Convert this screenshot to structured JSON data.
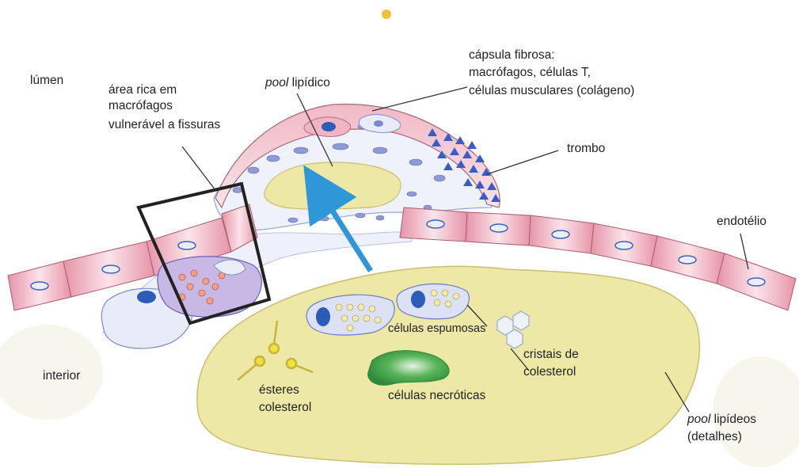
{
  "labels": {
    "lumen": "lúmen",
    "area_line1": "área rica em",
    "area_line2": "macrófagos",
    "area_line3": "vulnerável a fissuras",
    "pool_italic": "pool",
    "pool_rest": " lipídico",
    "capsula_line1": "cápsula fibrosa:",
    "capsula_line2": "macrófagos, células T,",
    "capsula_line3": "células musculares (colágeno)",
    "trombo": "trombo",
    "endotelio": "endotélio",
    "celulas_espumosas": "células espumosas",
    "cristais_line1": "cristais de",
    "cristais_line2": "colesterol",
    "interior": "interior",
    "esteres_line1": "ésteres",
    "esteres_line2": "colesterol",
    "celulas_necroticas": "células necróticas",
    "pool_detail_italic": "pool",
    "pool_detail_rest": " lipídeos",
    "pool_detail_line2": "(detalhes)"
  },
  "colors": {
    "endothelium": "#e9a3b3",
    "endothelium_nucleus": "#8ea6d6",
    "lipid_pool": "#eee8a6",
    "arrow": "#2f97d8",
    "thrombus": "#3a5cc6",
    "foam_cell": "#c3cdea",
    "necrotic": "#3ea24a",
    "box_stroke": "#222222"
  }
}
